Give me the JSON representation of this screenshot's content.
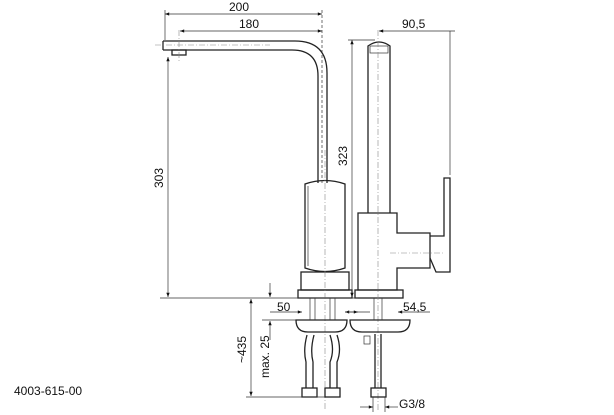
{
  "drawing": {
    "part_number": "4003-615-00",
    "dimensions": {
      "overall_reach": "200",
      "spout_reach": "180",
      "spout_height": "303",
      "total_height": "323",
      "depth": "90,5",
      "base_diameter_front": "50",
      "base_diameter_side": "54,5",
      "hose_length": "~435",
      "max_counter_thickness": "max. 25",
      "connection_thread": "G3/8"
    }
  }
}
